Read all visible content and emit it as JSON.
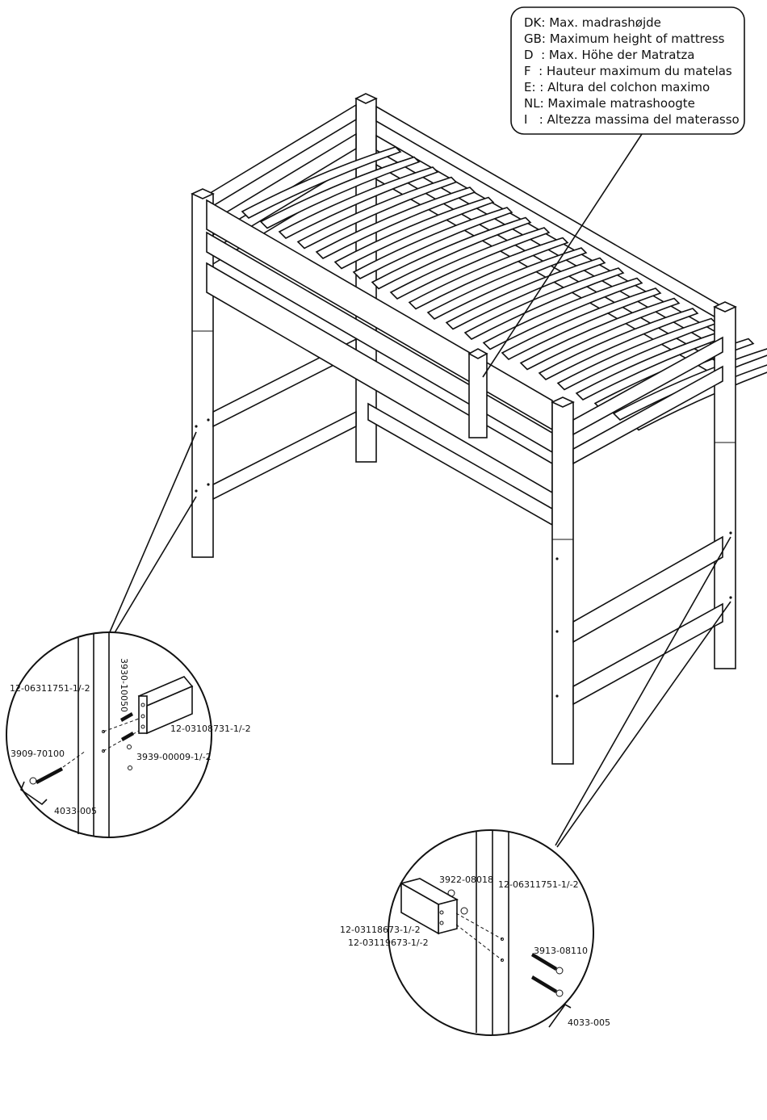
{
  "mattress_note": {
    "lines": [
      "DK: Max. madrashøjde",
      "GB: Maximum height of mattress",
      "D  : Max. Höhe der Matratza",
      "F  : Hauteur maximum du matelas",
      "E: : Altura del colchon maximo",
      "NL: Maximale matrashoogte",
      "I   : Altezza massima del materasso"
    ]
  },
  "detail_left": {
    "part_upright": "12-06311751-1/-2",
    "part_dowel_vertical": "3930-10050",
    "part_rail": "12-03108731-1/-2",
    "part_bolt": "3909-70100",
    "part_nut": "3939-00009-1/-2",
    "part_key": "4033-005"
  },
  "detail_right": {
    "part_washer": "3922-08018",
    "part_upright": "12-06311751-1/-2",
    "part_rail_a": "12-03118673-1/-2",
    "part_rail_b": "12-03119673-1/-2",
    "part_bolt": "3913-08110",
    "part_key": "4033-005"
  }
}
